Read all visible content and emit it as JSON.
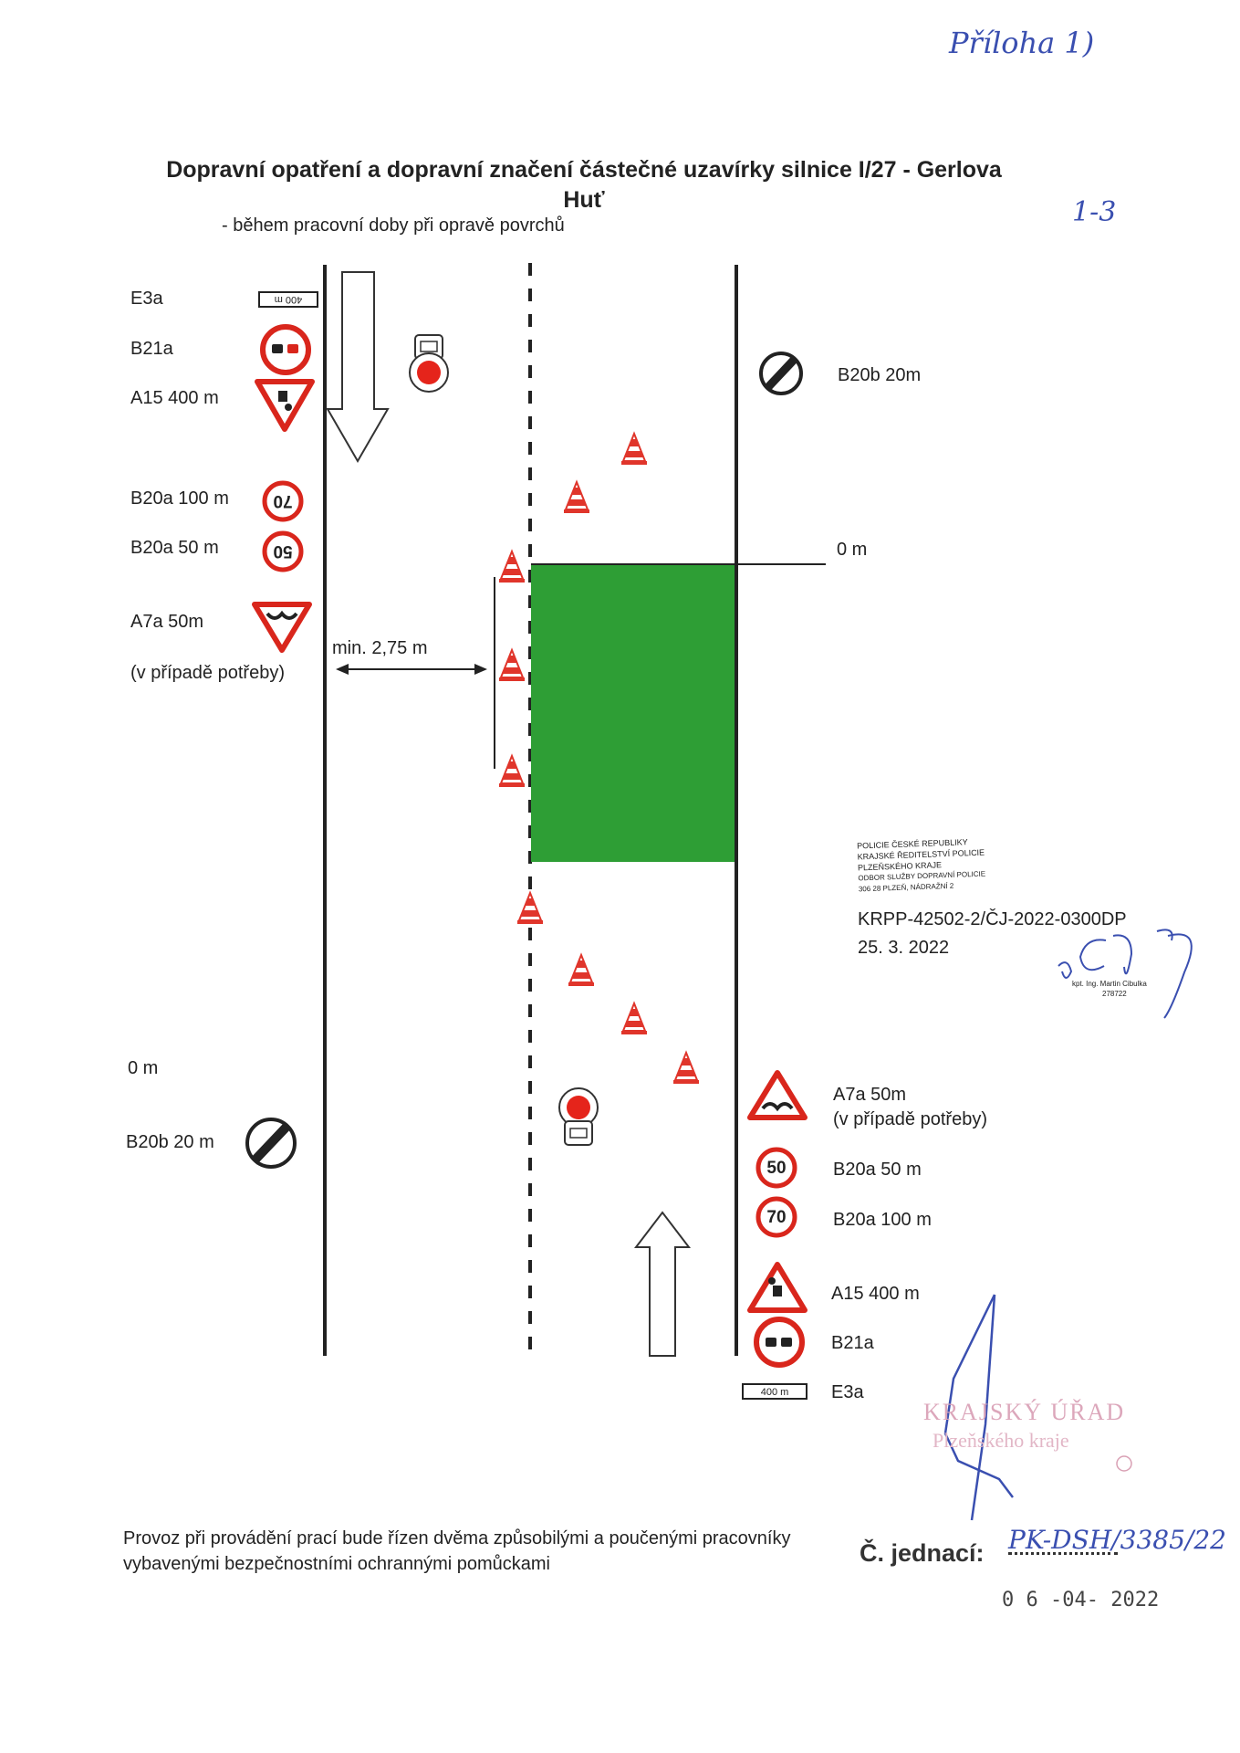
{
  "header": {
    "handwritten_note": "Příloha 1)",
    "page_mark": "1-3",
    "title_line1": "Dopravní opatření a dopravní značení částečné uzavírky silnice I/27 - Gerlova",
    "title_line2": "Huť",
    "subtitle": "- během pracovní doby při opravě povrchů"
  },
  "left_signs": [
    {
      "code": "E3a",
      "label": "E3a",
      "sign_text": "400 m"
    },
    {
      "code": "B21a",
      "label": "B21a"
    },
    {
      "code": "A15",
      "label": "A15 400 m"
    },
    {
      "code": "B20a",
      "label": "B20a 100 m",
      "sign_text": "70"
    },
    {
      "code": "B20a",
      "label": "B20a  50 m",
      "sign_text": "50"
    },
    {
      "code": "A7a",
      "label": "A7a   50m"
    },
    {
      "code": "note",
      "label": "(v případě potřeby)"
    }
  ],
  "left_bottom": {
    "zero": "0 m",
    "b20b": "B20b 20 m"
  },
  "right_top": {
    "b20b": "B20b  20m",
    "zero": "0 m"
  },
  "dimension": "min. 2,75 m",
  "right_signs": [
    {
      "code": "A7a",
      "label": "A7a   50m",
      "label2": "(v případě potřeby)"
    },
    {
      "code": "B20a",
      "label": "B20a    50 m",
      "sign_text": "50"
    },
    {
      "code": "B20a",
      "label": "B20a  100 m",
      "sign_text": "70"
    },
    {
      "code": "A15",
      "label": "A15 400 m"
    },
    {
      "code": "B21a",
      "label": "B21a"
    },
    {
      "code": "E3a",
      "label": "E3a",
      "sign_text": "400 m"
    }
  ],
  "police_stamp": {
    "lines": [
      "POLICIE ČESKÉ REPUBLIKY",
      "KRAJSKÉ ŘEDITELSTVÍ POLICIE",
      "PLZEŇSKÉHO KRAJE",
      "ODBOR SLUŽBY DOPRAVNÍ POLICIE",
      "306 28 PLZEŇ, NÁDRAŽNÍ 2"
    ],
    "ref": "KRPP-42502-2/ČJ-2022-0300DP",
    "date": "25. 3. 2022",
    "officer": "kpt. Ing. Martin Cibulka",
    "officer_id": "278722"
  },
  "footer": {
    "line1": "Provoz při provádění prací bude řízen dvěma způsobilými a poučenými pracovníky",
    "line2": "vybavenými bezpečnostními ochrannými pomůckami",
    "ref_label": "Č. jednací:",
    "ref_value": "PK-DSH/3385/22",
    "date_stamp": "0 6 -04- 2022",
    "office_stamp_line1": "KRAJSKÝ ÚŘAD",
    "office_stamp_line2": "Plzeňského kraje"
  },
  "colors": {
    "work_zone": "#2e9e35",
    "sign_red": "#d9261c",
    "cone_red": "#e0352b",
    "ink_blue": "#3a4fb0",
    "stamp_pink": "#d9a0b4"
  }
}
